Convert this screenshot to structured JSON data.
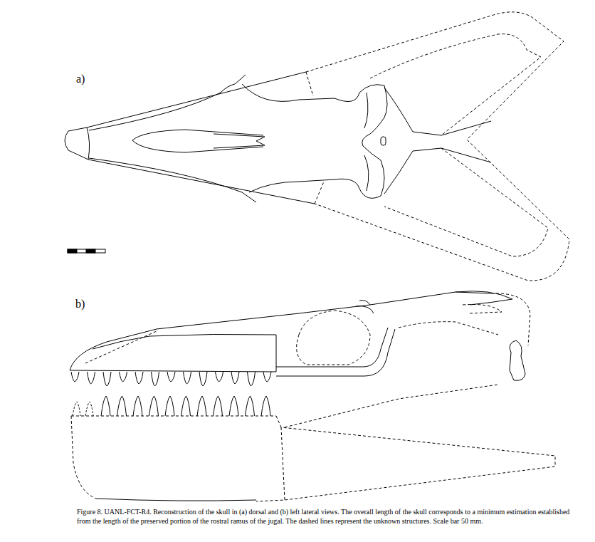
{
  "diagram": {
    "caption": "Figure 8. UANL-FCT-R4. Reconstruction of the skull in (a) dorsal and (b) left lateral views. The overall length of the skull corresponds to a minimum estimation established from the length of the preserved portion of the rostral ramus of the jugal. The dashed lines represent the unknown structures. Scale bar 50 mm.",
    "labels": [
      "a)",
      "b)"
    ]
  }
}
